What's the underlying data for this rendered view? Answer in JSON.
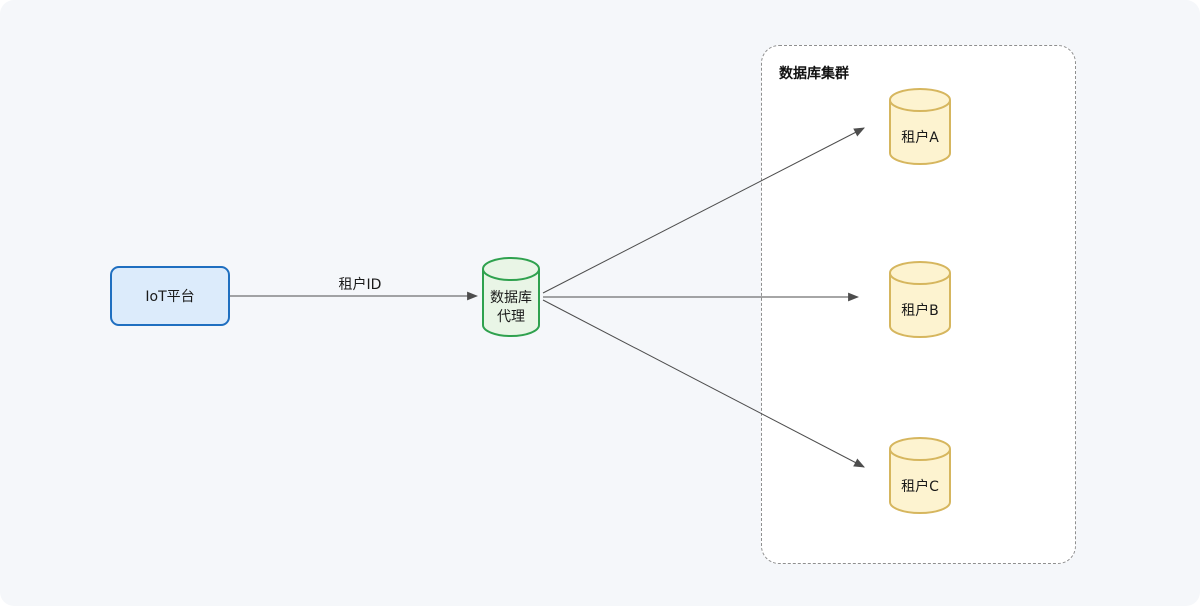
{
  "palette": {
    "canvas_bg": "#f5f7fa",
    "edge_color": "#4d4d4d",
    "cluster_bg": "#ffffff",
    "cluster_border": "#8f8f8f"
  },
  "cluster": {
    "title": "数据库集群"
  },
  "nodes": {
    "iot": {
      "label": "IoT平台",
      "fill": "#dcebfb",
      "stroke": "#1f6fc0"
    },
    "proxy": {
      "label_line1": "数据库",
      "label_line2": "代理",
      "fill": "#e9f5e6",
      "stroke": "#2fa14e"
    },
    "tenant_a": {
      "label": "租户A",
      "fill": "#fdf3d0",
      "stroke": "#d6b65e"
    },
    "tenant_b": {
      "label": "租户B",
      "fill": "#fdf3d0",
      "stroke": "#d6b65e"
    },
    "tenant_c": {
      "label": "租户C",
      "fill": "#fdf3d0",
      "stroke": "#d6b65e"
    }
  },
  "edges": {
    "iot_to_proxy": {
      "label": "租户ID"
    }
  }
}
